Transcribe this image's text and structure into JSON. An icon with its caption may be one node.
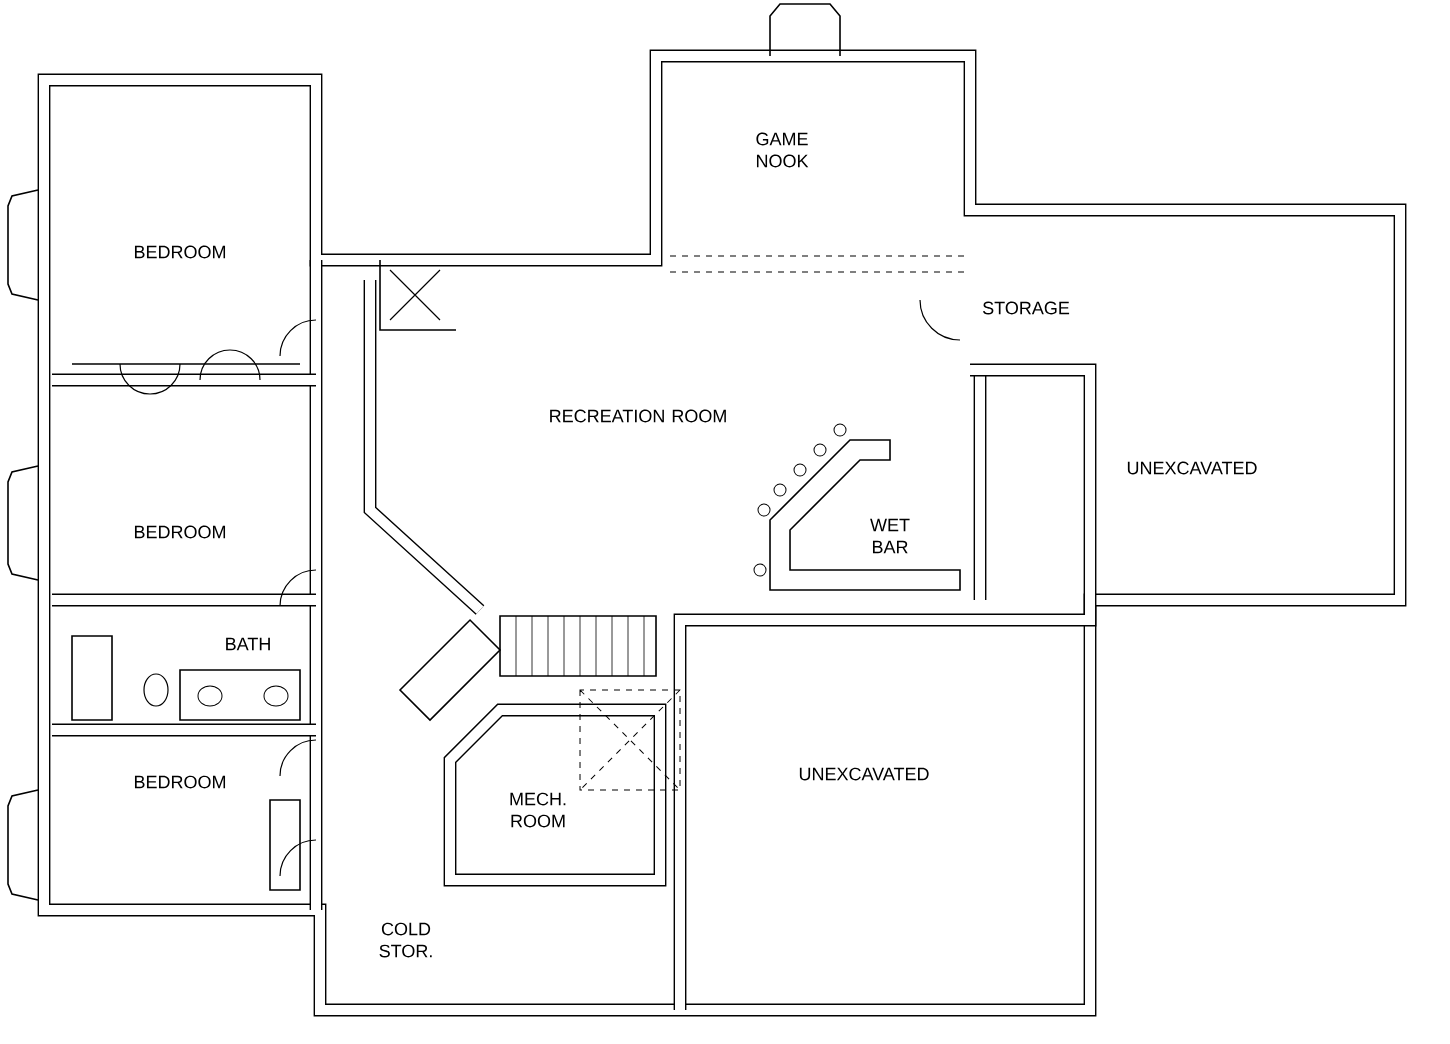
{
  "diagram": {
    "labels": [
      "GAME NOOK",
      "BEDROOM",
      "STORAGE",
      "RECREATION ROOM",
      "UNEXCAVATED",
      "BEDROOM",
      "WET BAR",
      "BATH",
      "UNEXCAVATED",
      "BEDROOM",
      "MECH. ROOM",
      "COLD STOR."
    ]
  }
}
